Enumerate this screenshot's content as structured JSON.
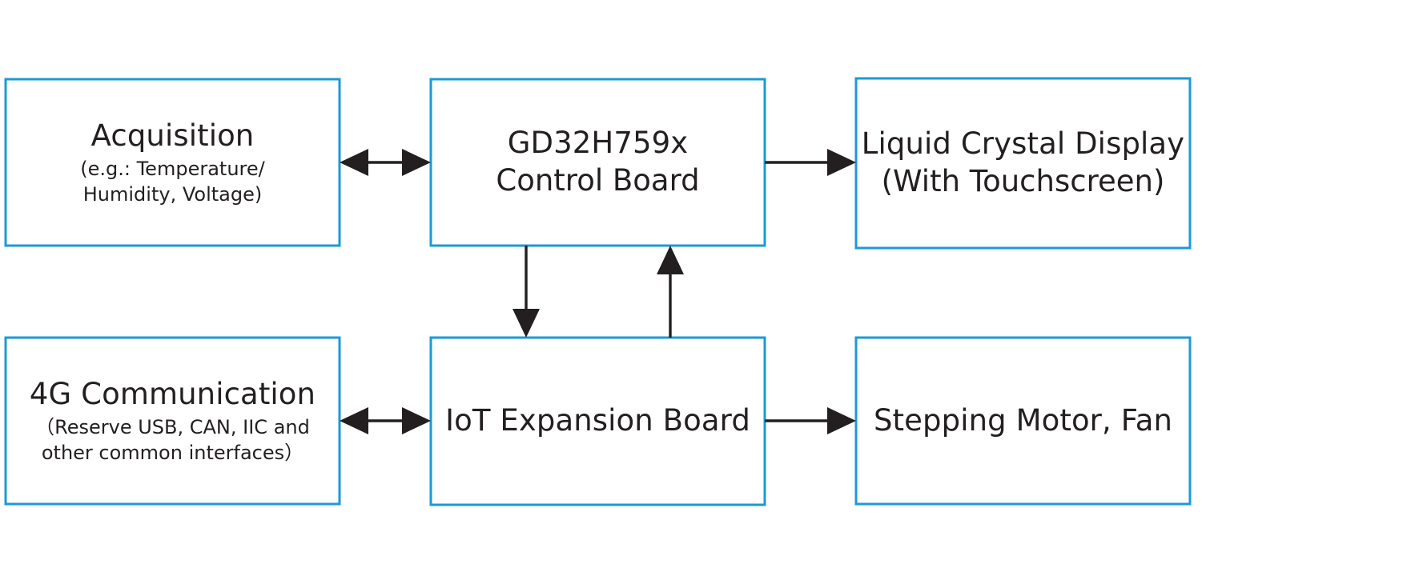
{
  "diagram": {
    "type": "block-diagram",
    "background_color": "#ffffff",
    "box_border_color": "#1b9ad6",
    "arrow_color": "#231f20",
    "text_color": "#231f20",
    "nodes": [
      {
        "id": "acquisition",
        "title": "Acquisition",
        "subtitle": "(e.g.: Temperature/\nHumidity, Voltage)",
        "row": "top",
        "column": "left"
      },
      {
        "id": "control-board",
        "title": "GD32H759x",
        "title_line2": "Control Board",
        "subtitle": "",
        "row": "top",
        "column": "center"
      },
      {
        "id": "lcd",
        "title": "Liquid Crystal Display",
        "title_line2": "(With Touchscreen)",
        "subtitle": "",
        "row": "top",
        "column": "right"
      },
      {
        "id": "4g-communication",
        "title": "4G Communication",
        "subtitle": "（Reserve USB, CAN, IIC and\nother common interfaces）",
        "row": "bottom",
        "column": "left"
      },
      {
        "id": "iot-expansion-board",
        "title": "IoT Expansion Board",
        "subtitle": "",
        "row": "bottom",
        "column": "center"
      },
      {
        "id": "stepping-motor-fan",
        "title": "Stepping Motor, Fan",
        "subtitle": "",
        "row": "bottom",
        "column": "right"
      }
    ],
    "edges": [
      {
        "id": "acquisition-control-board",
        "from": "acquisition",
        "to": "control-board",
        "direction": "bidirectional",
        "orientation": "horizontal"
      },
      {
        "id": "control-board-lcd",
        "from": "control-board",
        "to": "lcd",
        "direction": "forward",
        "orientation": "horizontal"
      },
      {
        "id": "control-board-iot",
        "from": "control-board",
        "to": "iot-expansion-board",
        "direction": "forward",
        "orientation": "vertical-down"
      },
      {
        "id": "iot-control-board",
        "from": "iot-expansion-board",
        "to": "control-board",
        "direction": "forward",
        "orientation": "vertical-up"
      },
      {
        "id": "4g-iot",
        "from": "4g-communication",
        "to": "iot-expansion-board",
        "direction": "bidirectional",
        "orientation": "horizontal"
      },
      {
        "id": "iot-stepping-motor",
        "from": "iot-expansion-board",
        "to": "stepping-motor-fan",
        "direction": "forward",
        "orientation": "horizontal"
      }
    ]
  }
}
